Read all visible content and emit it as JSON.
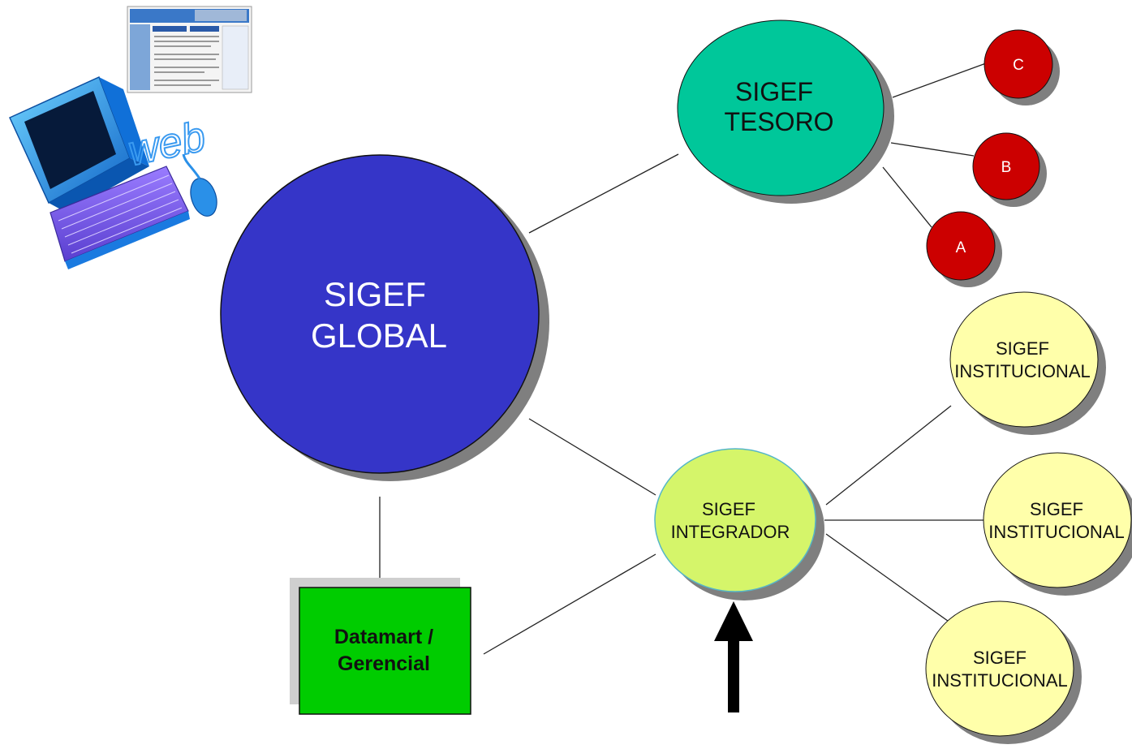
{
  "nodes": {
    "global": {
      "line1": "SIGEF",
      "line2": "GLOBAL"
    },
    "tesoro": {
      "line1": "SIGEF",
      "line2": "TESORO"
    },
    "integrador": {
      "line1": "SIGEF",
      "line2": "INTEGRADOR"
    },
    "datamart": {
      "line1": "Datamart /",
      "line2": "Gerencial"
    },
    "c": {
      "label": "C"
    },
    "b": {
      "label": "B"
    },
    "a": {
      "label": "A"
    },
    "institucional": [
      {
        "line1": "SIGEF",
        "line2": "INSTITUCIONAL"
      },
      {
        "line1": "SIGEF",
        "line2": "INSTITUCIONAL"
      },
      {
        "line1": "SIGEF",
        "line2": "INSTITUCIONAL"
      }
    ]
  },
  "clipart": {
    "web_text": "web"
  },
  "colors": {
    "global": "#3535c8",
    "tesoro": "#00c79a",
    "integrador": "#d5f56a",
    "institucional": "#ffffaa",
    "red_node": "#cc0000",
    "datamart": "#00cc00",
    "shadow": "#7f7f7f",
    "connector": "#222222",
    "arrow": "#000000"
  }
}
